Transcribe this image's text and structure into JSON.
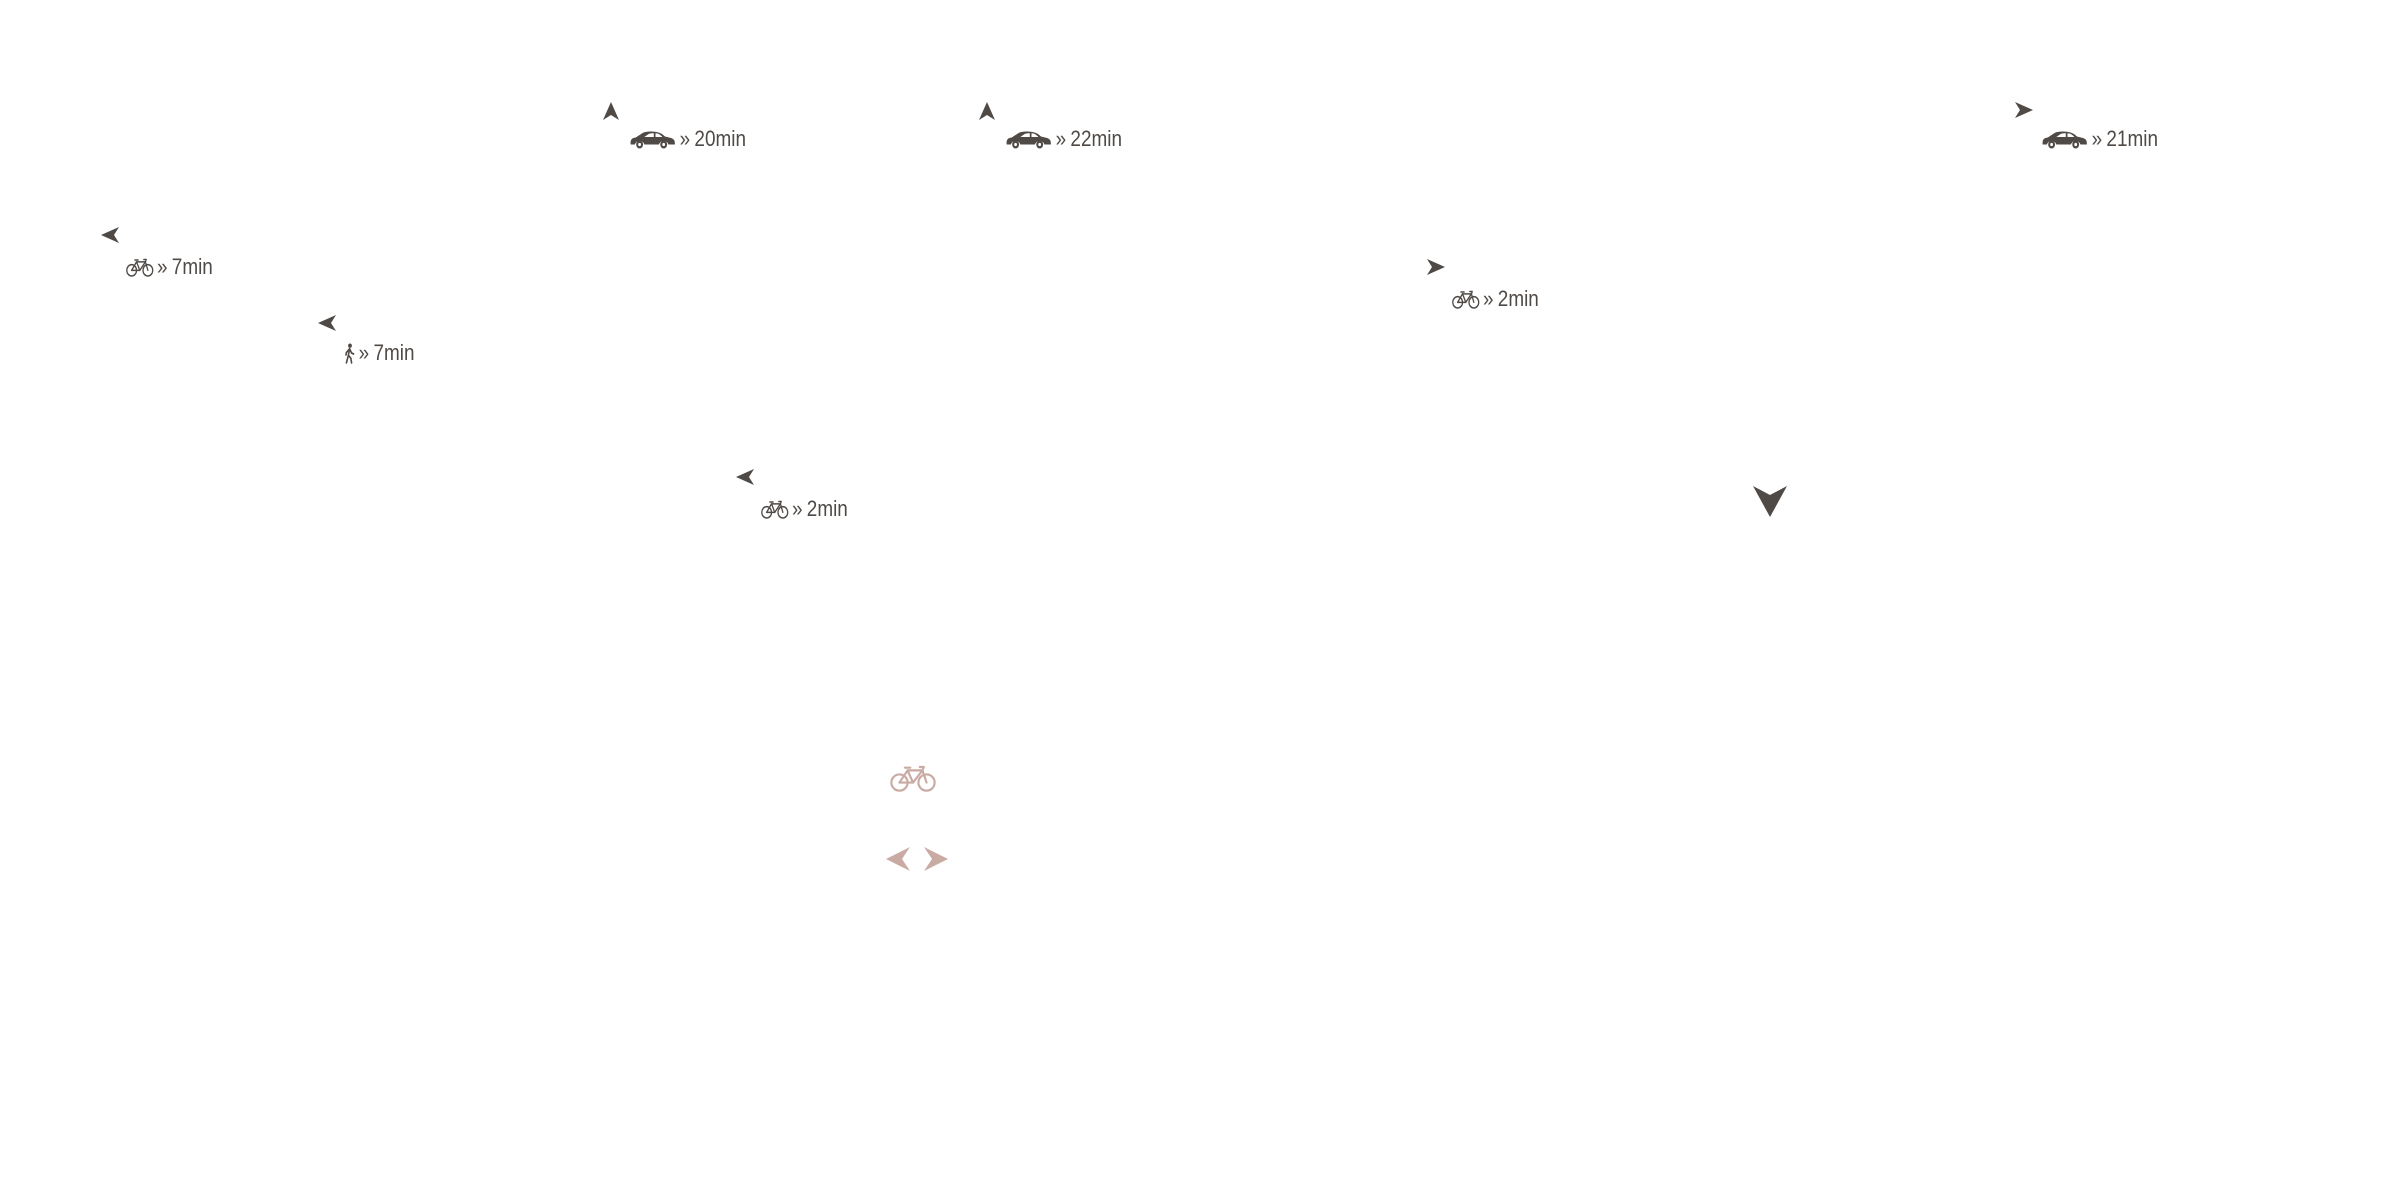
{
  "colors": {
    "marker": "#4f4a46",
    "accent": "#c9aba4"
  },
  "markers": [
    {
      "id": "m1",
      "mode": "car",
      "mode_icon": "car-icon",
      "arrow": "up",
      "separator": "»",
      "duration": "20min"
    },
    {
      "id": "m2",
      "mode": "car",
      "mode_icon": "car-icon",
      "arrow": "up",
      "separator": "»",
      "duration": "22min"
    },
    {
      "id": "m3",
      "mode": "car",
      "mode_icon": "car-icon",
      "arrow": "right",
      "separator": "»",
      "duration": "21min"
    },
    {
      "id": "m4",
      "mode": "bike",
      "mode_icon": "bicycle-icon",
      "arrow": "left",
      "separator": "»",
      "duration": "7min"
    },
    {
      "id": "m5",
      "mode": "walk",
      "mode_icon": "walking-icon",
      "arrow": "left",
      "separator": "»",
      "duration": "7min"
    },
    {
      "id": "m6",
      "mode": "bike",
      "mode_icon": "bicycle-icon",
      "arrow": "right",
      "separator": "»",
      "duration": "2min"
    },
    {
      "id": "m7",
      "mode": "bike",
      "mode_icon": "bicycle-icon",
      "arrow": "left",
      "separator": "»",
      "duration": "2min"
    }
  ],
  "center_marker": {
    "icon": "chevron-down-icon"
  },
  "controls": {
    "mode_icon": "bicycle-icon",
    "prev_icon": "chevron-left-icon",
    "next_icon": "chevron-right-icon"
  }
}
